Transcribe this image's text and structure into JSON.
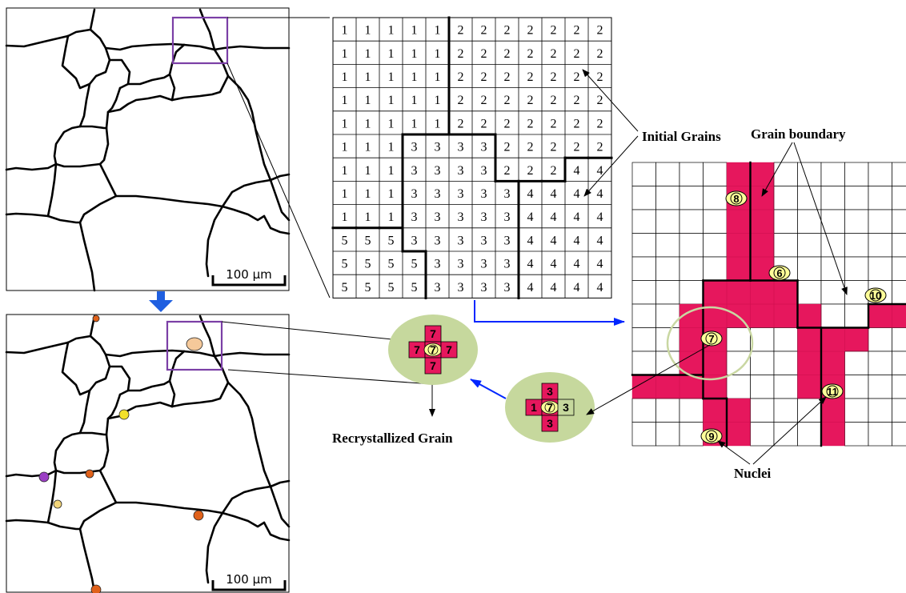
{
  "micrographs": {
    "top": {
      "scale_label": "100 µm"
    },
    "bottom": {
      "scale_label": "100 µm"
    }
  },
  "grid_numbers": [
    [
      1,
      1,
      1,
      1,
      1,
      2,
      2,
      2,
      2,
      2,
      2,
      2
    ],
    [
      1,
      1,
      1,
      1,
      1,
      2,
      2,
      2,
      2,
      2,
      2,
      2
    ],
    [
      1,
      1,
      1,
      1,
      1,
      2,
      2,
      2,
      2,
      2,
      2,
      2
    ],
    [
      1,
      1,
      1,
      1,
      1,
      2,
      2,
      2,
      2,
      2,
      2,
      2
    ],
    [
      1,
      1,
      1,
      1,
      1,
      2,
      2,
      2,
      2,
      2,
      2,
      2
    ],
    [
      1,
      1,
      1,
      3,
      3,
      3,
      3,
      2,
      2,
      2,
      2,
      2
    ],
    [
      1,
      1,
      1,
      3,
      3,
      3,
      3,
      2,
      2,
      2,
      4,
      4
    ],
    [
      1,
      1,
      1,
      3,
      3,
      3,
      3,
      3,
      4,
      4,
      4,
      4
    ],
    [
      1,
      1,
      1,
      3,
      3,
      3,
      3,
      3,
      4,
      4,
      4,
      4
    ],
    [
      5,
      5,
      5,
      3,
      3,
      3,
      3,
      3,
      4,
      4,
      4,
      4
    ],
    [
      5,
      5,
      5,
      5,
      3,
      3,
      3,
      3,
      4,
      4,
      4,
      4
    ],
    [
      5,
      5,
      5,
      5,
      3,
      3,
      3,
      3,
      4,
      4,
      4,
      4
    ]
  ],
  "labels": {
    "initial_grains": "Initial Grains",
    "grain_boundary": "Grain boundary",
    "recrystallized_grain": "Recrystallized Grain",
    "nuclei": "Nuclei"
  },
  "nuclei_ids": [
    "8",
    "6",
    "10",
    "7",
    "11",
    "9"
  ],
  "neighborhood_before": {
    "top": "3",
    "left": "1",
    "center": "7",
    "right": "3",
    "bottom": "3"
  },
  "neighborhood_after": {
    "top": "7",
    "left": "7",
    "center": "7",
    "right": "7",
    "bottom": "7"
  },
  "colors": {
    "recrystallized_cell": "#e6175d",
    "nucleus_fill": "#ffff99",
    "neighborhood_bg": "#c6d89d",
    "selection_box": "#7b3fa6",
    "flow_arrow": "#0026ff",
    "micrograph_arrow": "#1f5fe0",
    "circle_outline": "#c9d7a2"
  }
}
